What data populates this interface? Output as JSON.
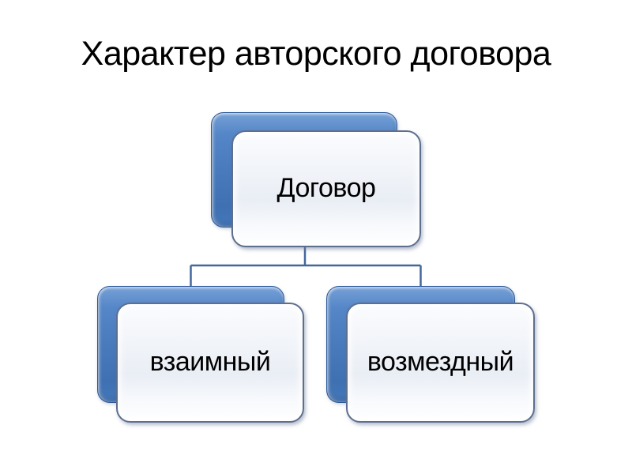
{
  "slide": {
    "title": "Характер авторского договора",
    "background": "#ffffff",
    "title_color": "#000000"
  },
  "diagram": {
    "type": "hierarchy",
    "root": {
      "label": "Договор"
    },
    "children": [
      {
        "label": "взаимный"
      },
      {
        "label": "возмездный"
      }
    ],
    "colors": {
      "back_card_blue": "#4a7cbe",
      "back_card_border": "#2d5a99",
      "front_card_fill": "#eef1f7",
      "front_card_border": "#5d6e8e",
      "connector": "#44689c",
      "text": "#000000"
    }
  }
}
